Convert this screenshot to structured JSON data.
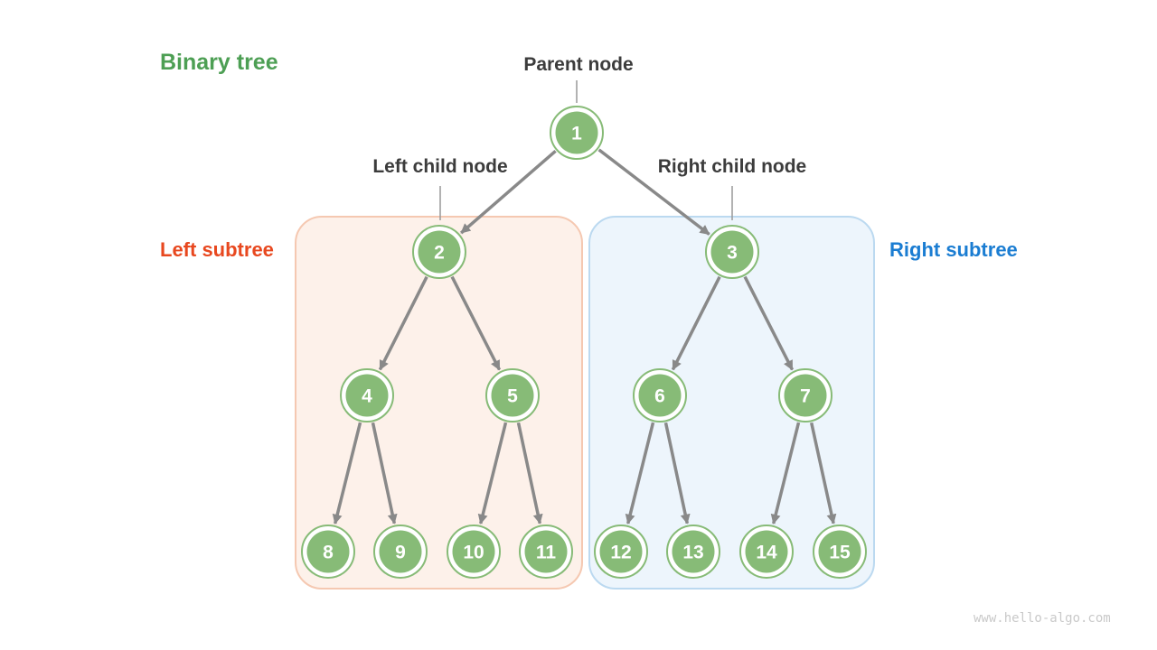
{
  "title": "Binary tree",
  "labels": {
    "parent_node": "Parent node",
    "left_child_node": "Left child node",
    "right_child_node": "Right child node",
    "left_subtree": "Left subtree",
    "right_subtree": "Right subtree"
  },
  "watermark": "www.hello-algo.com",
  "tree": {
    "nodes": [
      {
        "id": 1,
        "value": "1"
      },
      {
        "id": 2,
        "value": "2"
      },
      {
        "id": 3,
        "value": "3"
      },
      {
        "id": 4,
        "value": "4"
      },
      {
        "id": 5,
        "value": "5"
      },
      {
        "id": 6,
        "value": "6"
      },
      {
        "id": 7,
        "value": "7"
      },
      {
        "id": 8,
        "value": "8"
      },
      {
        "id": 9,
        "value": "9"
      },
      {
        "id": 10,
        "value": "10"
      },
      {
        "id": 11,
        "value": "11"
      },
      {
        "id": 12,
        "value": "12"
      },
      {
        "id": 13,
        "value": "13"
      },
      {
        "id": 14,
        "value": "14"
      },
      {
        "id": 15,
        "value": "15"
      }
    ],
    "edges": [
      [
        1,
        2
      ],
      [
        1,
        3
      ],
      [
        2,
        4
      ],
      [
        2,
        5
      ],
      [
        3,
        6
      ],
      [
        3,
        7
      ],
      [
        4,
        8
      ],
      [
        4,
        9
      ],
      [
        5,
        10
      ],
      [
        5,
        11
      ],
      [
        6,
        12
      ],
      [
        6,
        13
      ],
      [
        7,
        14
      ],
      [
        7,
        15
      ]
    ]
  },
  "colors": {
    "node_fill": "#87BB77",
    "node_ring": "#87BB77",
    "node_text": "#FFFFFF",
    "edge": "#898989",
    "leader_line": "#999999",
    "title_green": "#4D9F54",
    "left_subtree_text": "#E8481F",
    "right_subtree_text": "#1B7DD2",
    "left_box_bg": "#FDF1EA",
    "left_box_border": "#F5C8B1",
    "right_box_bg": "#EDF5FC",
    "right_box_border": "#BBD9F0",
    "heading_text": "#3C3C3C",
    "watermark_text": "#C9C9C9"
  }
}
